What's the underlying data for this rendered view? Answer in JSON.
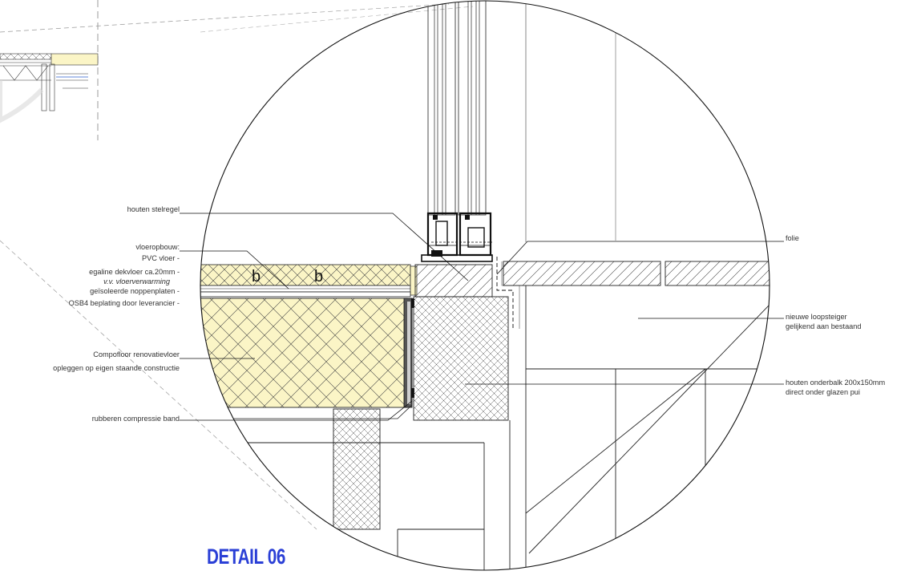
{
  "title": "DETAIL 06",
  "colors": {
    "title": "#2a3fd6",
    "insulation_fill": "#fbf5c6",
    "line": "#222222",
    "dashed_line": "#9a9a9a"
  },
  "labels": {
    "houten_stelregel": "houten stelregel",
    "vloeropbouw_heading": "vloeropbouw:",
    "vloeropbouw_lines": [
      "PVC vloer -",
      "egaline dekvloer ca.20mm -",
      "v.v. vloerverwarming",
      "geïsoleerde noppenplaten -",
      "OSB4 beplating door leverancier -"
    ],
    "compofloor_1": "Compofloor renovatievloer",
    "compofloor_2": "opleggen op eigen staande constructie",
    "rubberen": "rubberen compressie band",
    "folie": "folie",
    "loopsteiger_1": "nieuwe loopsteiger",
    "loopsteiger_2": "gelijkend aan bestaand",
    "onderbalk_1": "houten onderbalk 200x150mm",
    "onderbalk_2": "direct onder glazen pui"
  },
  "hatch_letters": [
    "b",
    "b"
  ],
  "icons": {
    "detail_circle": "circle-outline-icon"
  }
}
